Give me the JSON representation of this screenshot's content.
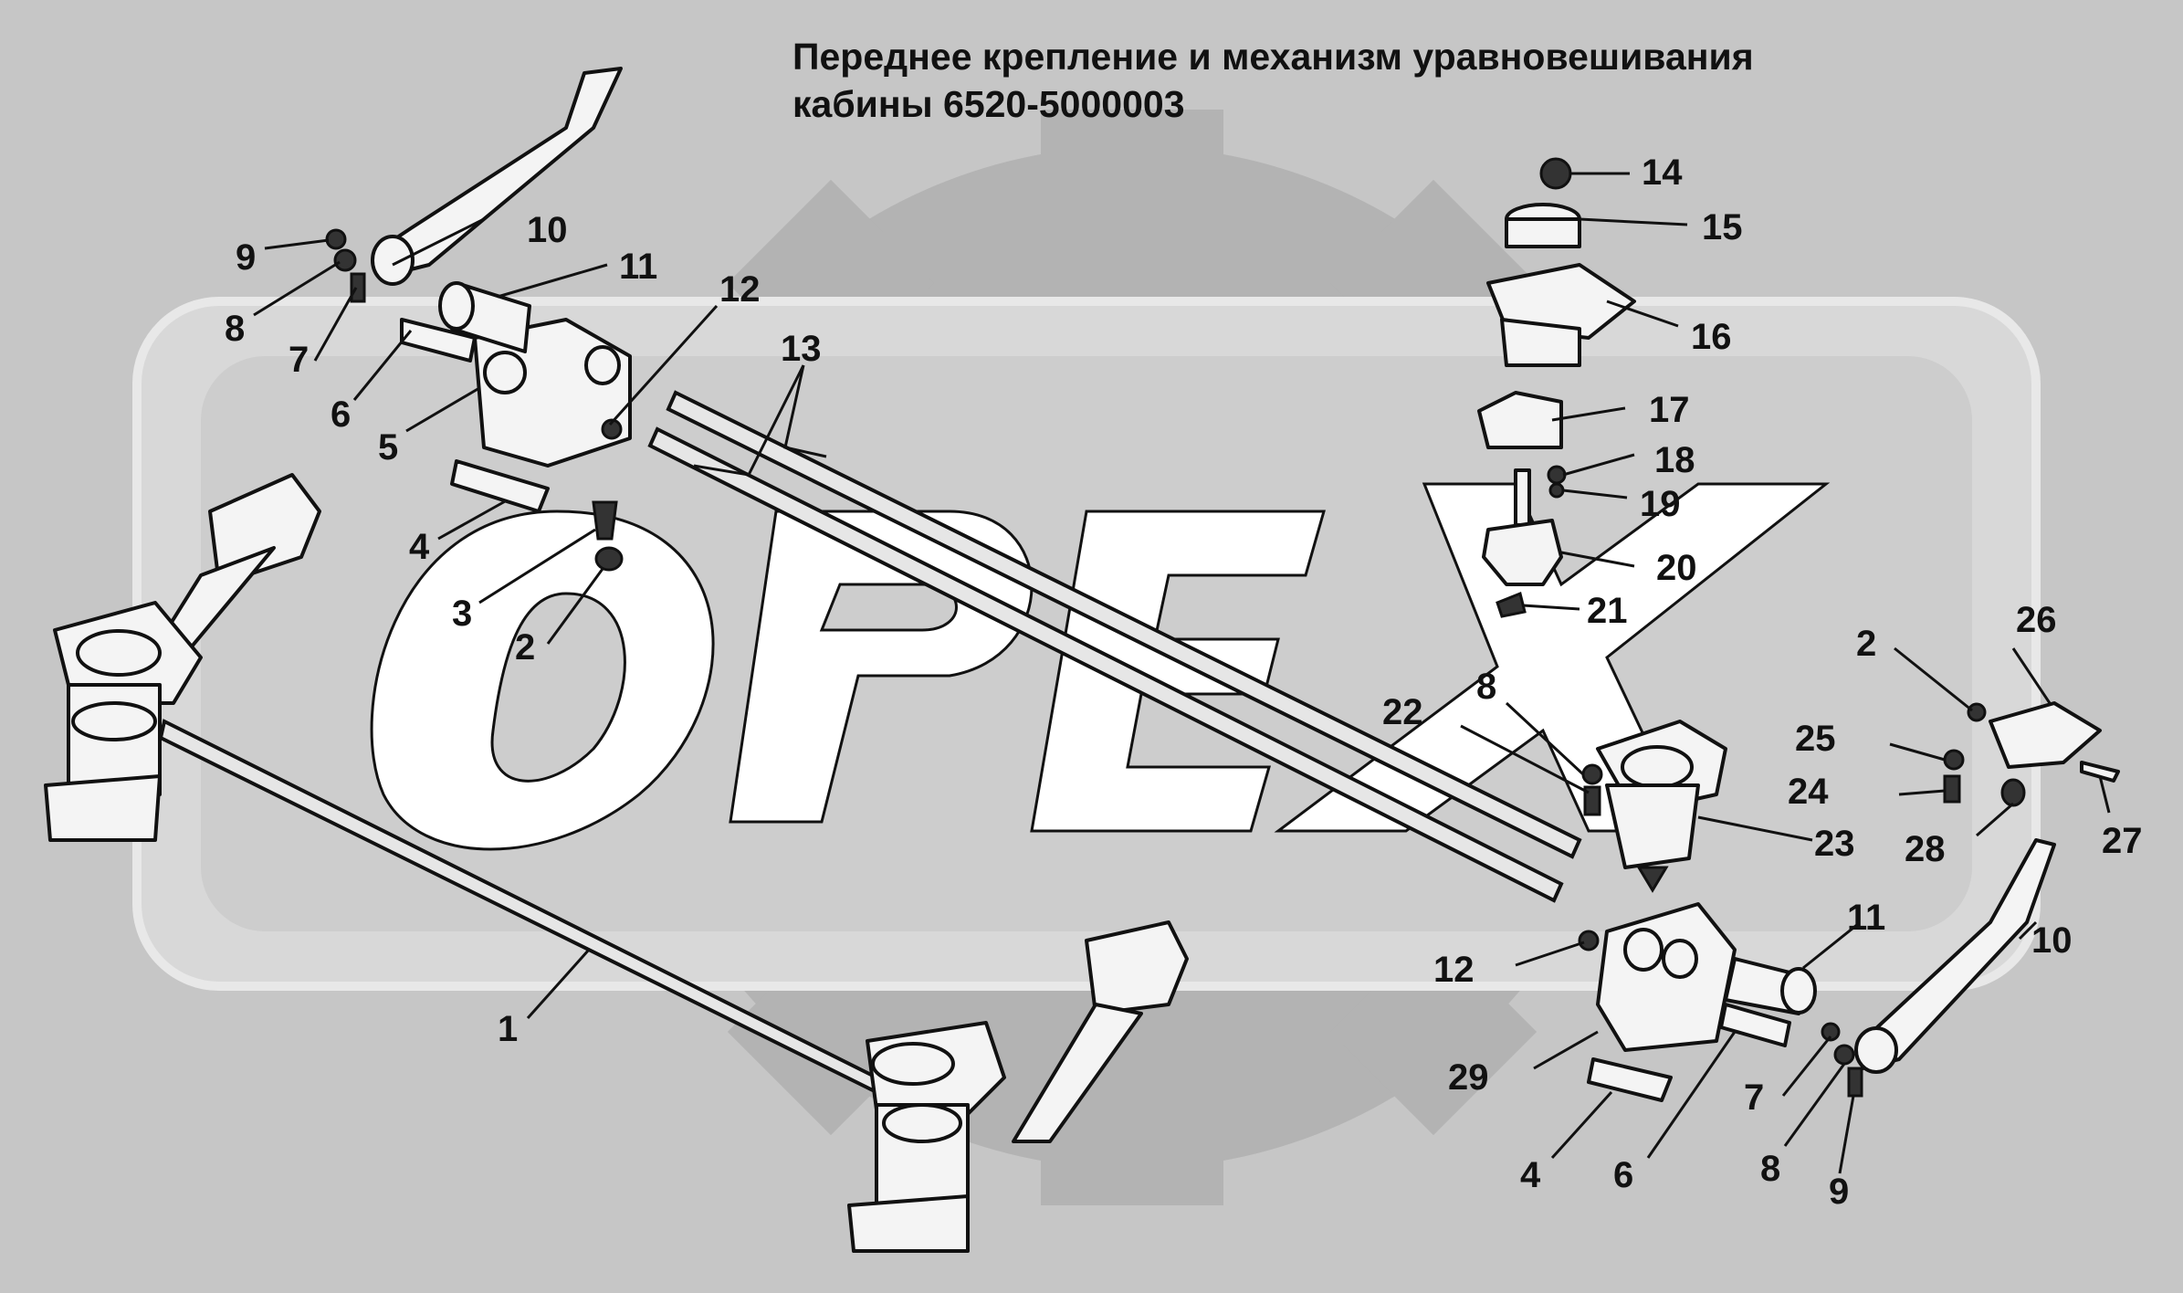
{
  "title": {
    "line1": "Переднее крепление и механизм уравновешивания",
    "line2": "кабины 6520-5000003"
  },
  "watermark": {
    "text": "OPEX",
    "colors": {
      "gear": "#b3b3b3",
      "frame": "#d8d8d8",
      "letters": "#ffffff"
    }
  },
  "callouts": {
    "n1": "1",
    "n2a": "2",
    "n2b": "2",
    "n3": "3",
    "n4a": "4",
    "n4b": "4",
    "n5": "5",
    "n6a": "6",
    "n6b": "6",
    "n7a": "7",
    "n7b": "7",
    "n8a": "8",
    "n8b": "8",
    "n8c": "8",
    "n9a": "9",
    "n9b": "9",
    "n10a": "10",
    "n10b": "10",
    "n11a": "11",
    "n11b": "11",
    "n12a": "12",
    "n12b": "12",
    "n13": "13",
    "n14": "14",
    "n15": "15",
    "n16": "16",
    "n17": "17",
    "n18": "18",
    "n19": "19",
    "n20": "20",
    "n21": "21",
    "n22": "22",
    "n23": "23",
    "n24": "24",
    "n25": "25",
    "n26": "26",
    "n27": "27",
    "n28": "28",
    "n29": "29"
  }
}
